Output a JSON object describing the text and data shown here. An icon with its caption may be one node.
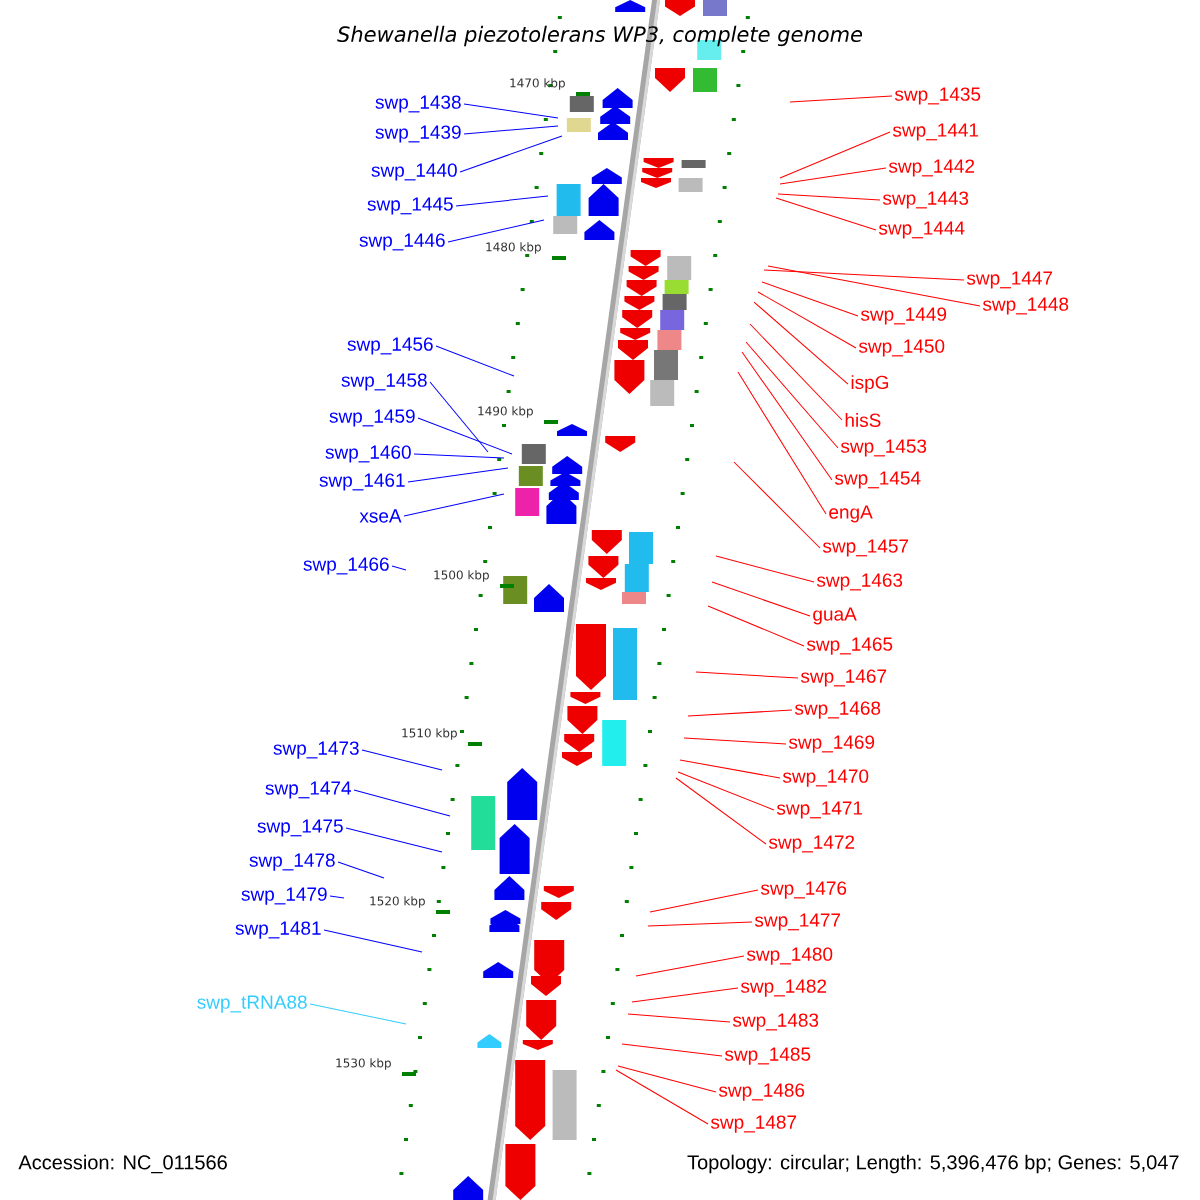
{
  "diagram": {
    "title": "Shewanella piezotolerans WP3, complete genome",
    "nodes": [
      {
        "text": [
          "swp_1438"
        ]
      },
      {
        "text": [
          "swp_1439"
        ]
      },
      {
        "text": [
          "swp_1440"
        ]
      },
      {
        "text": [
          "swp_1445"
        ]
      },
      {
        "text": [
          "swp_1446"
        ]
      },
      {
        "text": [
          "swp_1456"
        ]
      },
      {
        "text": [
          "swp_1458"
        ]
      },
      {
        "text": [
          "swp_1459"
        ]
      },
      {
        "text": [
          "swp_1460"
        ]
      },
      {
        "text": [
          "swp_1461"
        ]
      },
      {
        "text": [
          "xseA"
        ]
      },
      {
        "text": [
          "swp_1466"
        ]
      },
      {
        "text": [
          "swp_1473"
        ]
      },
      {
        "text": [
          "swp_1474"
        ]
      },
      {
        "text": [
          "swp_1475"
        ]
      },
      {
        "text": [
          "swp_1478"
        ]
      },
      {
        "text": [
          "swp_1479"
        ]
      },
      {
        "text": [
          "swp_1481"
        ]
      },
      {
        "text": [
          "swp_tRNA88"
        ]
      },
      {
        "text": [
          "swp_1435"
        ]
      },
      {
        "text": [
          "swp_1441"
        ]
      },
      {
        "text": [
          "swp_1442"
        ]
      },
      {
        "text": [
          "swp_1443"
        ]
      },
      {
        "text": [
          "swp_1444"
        ]
      },
      {
        "text": [
          "swp_1447"
        ]
      },
      {
        "text": [
          "swp_1449"
        ]
      },
      {
        "text": [
          "swp_1448"
        ]
      },
      {
        "text": [
          "swp_1450"
        ]
      },
      {
        "text": [
          "ispG"
        ]
      },
      {
        "text": [
          "hisS"
        ]
      },
      {
        "text": [
          "swp_1453"
        ]
      },
      {
        "text": [
          "swp_1454"
        ]
      },
      {
        "text": [
          "engA"
        ]
      },
      {
        "text": [
          "swp_1457"
        ]
      },
      {
        "text": [
          "swp_1463"
        ]
      },
      {
        "text": [
          "guaA"
        ]
      },
      {
        "text": [
          "swp_1465"
        ]
      },
      {
        "text": [
          "swp_1467"
        ]
      },
      {
        "text": [
          "swp_1468"
        ]
      },
      {
        "text": [
          "swp_1469"
        ]
      },
      {
        "text": [
          "swp_1470"
        ]
      },
      {
        "text": [
          "swp_1471"
        ]
      },
      {
        "text": [
          "swp_1472"
        ]
      },
      {
        "text": [
          "swp_1476"
        ]
      },
      {
        "text": [
          "swp_1477"
        ]
      },
      {
        "text": [
          "swp_1480"
        ]
      },
      {
        "text": [
          "swp_1482"
        ]
      },
      {
        "text": [
          "swp_1483"
        ]
      },
      {
        "text": [
          "swp_1485"
        ]
      },
      {
        "text": [
          "swp_1486"
        ]
      },
      {
        "text": [
          "swp_1487"
        ]
      }
    ],
    "edges": [
      {
        "from": 0,
        "to": null,
        "arrow": "none",
        "color": "#0000ff"
      },
      {
        "from": 1,
        "to": null,
        "arrow": "none",
        "color": "#0000ff"
      },
      {
        "from": 2,
        "to": null,
        "arrow": "none",
        "color": "#0000ff"
      },
      {
        "from": 3,
        "to": null,
        "arrow": "none",
        "color": "#0000ff"
      },
      {
        "from": 4,
        "to": null,
        "arrow": "none",
        "color": "#0000ff"
      },
      {
        "from": 5,
        "to": null,
        "arrow": "none",
        "color": "#0000ff"
      },
      {
        "from": 6,
        "to": null,
        "arrow": "none",
        "color": "#0000ff"
      },
      {
        "from": 7,
        "to": null,
        "arrow": "none",
        "color": "#0000ff"
      },
      {
        "from": 8,
        "to": null,
        "arrow": "none",
        "color": "#0000ff"
      },
      {
        "from": 9,
        "to": null,
        "arrow": "none",
        "color": "#0000ff"
      },
      {
        "from": 10,
        "to": null,
        "arrow": "none",
        "color": "#0000ff"
      },
      {
        "from": 11,
        "to": null,
        "arrow": "none",
        "color": "#0000ff"
      },
      {
        "from": 12,
        "to": null,
        "arrow": "none",
        "color": "#0000ff"
      },
      {
        "from": 13,
        "to": null,
        "arrow": "none",
        "color": "#0000ff"
      },
      {
        "from": 14,
        "to": null,
        "arrow": "none",
        "color": "#0000ff"
      },
      {
        "from": 15,
        "to": null,
        "arrow": "none",
        "color": "#0000ff"
      },
      {
        "from": 16,
        "to": null,
        "arrow": "none",
        "color": "#0000ff"
      },
      {
        "from": 17,
        "to": null,
        "arrow": "none",
        "color": "#0000ff"
      },
      {
        "from": 18,
        "to": null,
        "arrow": "none",
        "color": "#33ccff"
      },
      {
        "from": 19,
        "to": null,
        "arrow": "none"
      },
      {
        "from": 20,
        "to": null,
        "arrow": "none"
      },
      {
        "from": 21,
        "to": null,
        "arrow": "none"
      },
      {
        "from": 22,
        "to": null,
        "arrow": "none"
      },
      {
        "from": 23,
        "to": null,
        "arrow": "none"
      },
      {
        "from": 24,
        "to": null,
        "arrow": "none"
      },
      {
        "from": 25,
        "to": null,
        "arrow": "none"
      },
      {
        "from": 26,
        "to": null,
        "arrow": "none"
      },
      {
        "from": 27,
        "to": null,
        "arrow": "none"
      },
      {
        "from": 28,
        "to": null,
        "arrow": "none"
      },
      {
        "from": 29,
        "to": null,
        "arrow": "none"
      },
      {
        "from": 30,
        "to": null,
        "arrow": "none"
      },
      {
        "from": 31,
        "to": null,
        "arrow": "none"
      },
      {
        "from": 32,
        "to": null,
        "arrow": "none"
      },
      {
        "from": 33,
        "to": null,
        "arrow": "none"
      },
      {
        "from": 34,
        "to": null,
        "arrow": "none"
      },
      {
        "from": 35,
        "to": null,
        "arrow": "none"
      },
      {
        "from": 36,
        "to": null,
        "arrow": "none"
      },
      {
        "from": 37,
        "to": null,
        "arrow": "none"
      },
      {
        "from": 38,
        "to": null,
        "arrow": "none"
      },
      {
        "from": 39,
        "to": null,
        "arrow": "none"
      },
      {
        "from": 40,
        "to": null,
        "arrow": "none"
      },
      {
        "from": 41,
        "to": null,
        "arrow": "none"
      },
      {
        "from": 42,
        "to": null,
        "arrow": "none"
      },
      {
        "from": 43,
        "to": null,
        "arrow": "none"
      },
      {
        "from": 44,
        "to": null,
        "arrow": "none"
      },
      {
        "from": 45,
        "to": null,
        "arrow": "none"
      },
      {
        "from": 46,
        "to": null,
        "arrow": "none"
      },
      {
        "from": 47,
        "to": null,
        "arrow": "none"
      },
      {
        "from": 48,
        "to": null,
        "arrow": "none"
      },
      {
        "from": 49,
        "to": null,
        "arrow": "none"
      },
      {
        "from": 50,
        "to": null,
        "arrow": "none"
      }
    ],
    "labels": [
      "1470 kbp",
      "1480 kbp",
      "1490 kbp",
      "1500 kbp",
      "1510 kbp",
      "1520 kbp",
      "1530 kbp",
      "Accession: NC_011566",
      "Topology: circular; Length: 5,396,476 bp; Genes: 5,047"
    ]
  }
}
